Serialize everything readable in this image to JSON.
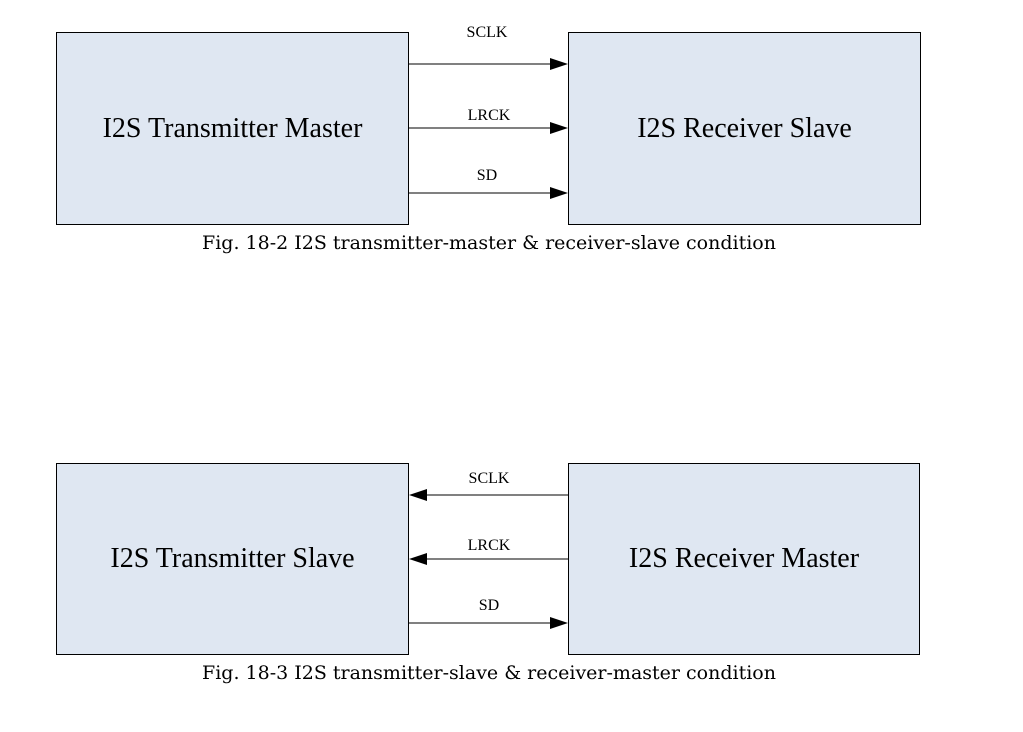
{
  "colors": {
    "block_fill": "#dfe7f2",
    "line": "#000000"
  },
  "figures": [
    {
      "caption": "Fig. 18-2 I2S transmitter-master & receiver-slave condition",
      "left_block": "I2S Transmitter Master",
      "right_block": "I2S Receiver Slave",
      "signals": [
        {
          "label": "SCLK",
          "direction": "left-to-right"
        },
        {
          "label": "LRCK",
          "direction": "left-to-right"
        },
        {
          "label": "SD",
          "direction": "left-to-right"
        }
      ]
    },
    {
      "caption": "Fig. 18-3 I2S transmitter-slave & receiver-master condition",
      "left_block": "I2S Transmitter Slave",
      "right_block": "I2S Receiver Master",
      "signals": [
        {
          "label": "SCLK",
          "direction": "right-to-left"
        },
        {
          "label": "LRCK",
          "direction": "right-to-left"
        },
        {
          "label": "SD",
          "direction": "left-to-right"
        }
      ]
    }
  ]
}
